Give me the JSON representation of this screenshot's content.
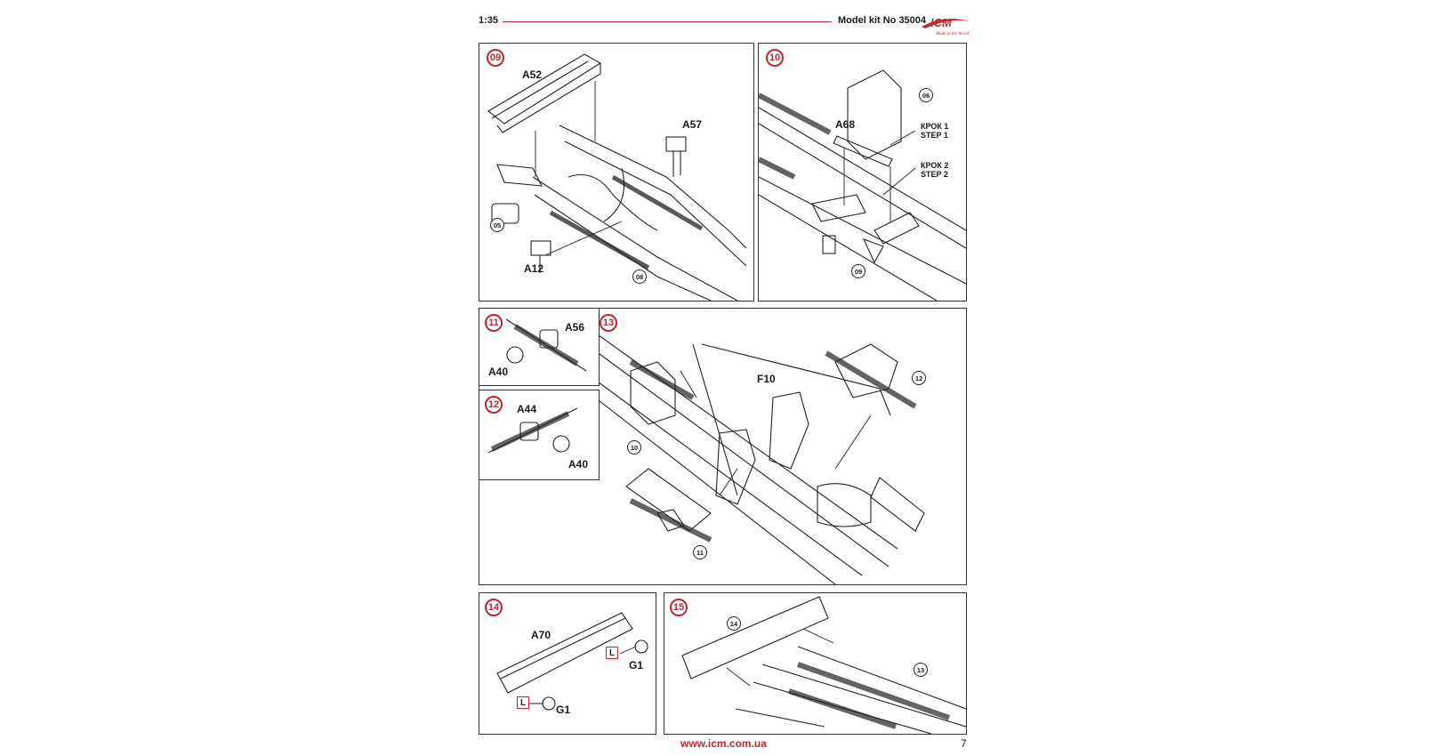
{
  "header": {
    "scale": "1:35",
    "kit": "Model kit No 35004",
    "logo_text": "ICM",
    "logo_tagline": "Made in the World"
  },
  "steps": {
    "s09": {
      "number": "09",
      "labels": {
        "a52": "A52",
        "a57": "A57",
        "a12": "A12"
      },
      "refs": {
        "r05": "05",
        "r08": "08"
      }
    },
    "s10": {
      "number": "10",
      "labels": {
        "a68": "A68"
      },
      "refs": {
        "r06": "06",
        "r09": "09"
      },
      "notes": {
        "step1": "КРОК 1\nSTEP 1",
        "step2": "КРОК 2\nSTEP 2"
      }
    },
    "s11": {
      "number": "11",
      "labels": {
        "a56": "A56",
        "a40": "A40"
      }
    },
    "s12": {
      "number": "12",
      "labels": {
        "a44": "A44",
        "a40": "A40"
      }
    },
    "s13": {
      "number": "13",
      "labels": {
        "f10": "F10"
      },
      "refs": {
        "r12": "12",
        "r10": "10",
        "r11": "11"
      }
    },
    "s14": {
      "number": "14",
      "labels": {
        "a70": "A70",
        "g1a": "G1",
        "g1b": "G1"
      },
      "lbox": "L"
    },
    "s15": {
      "number": "15",
      "refs": {
        "r14": "14",
        "r13": "13"
      }
    }
  },
  "footer": {
    "url": "www.icm.com.ua",
    "page": "7"
  },
  "colors": {
    "accent": "#c1272d",
    "line": "#222222"
  }
}
